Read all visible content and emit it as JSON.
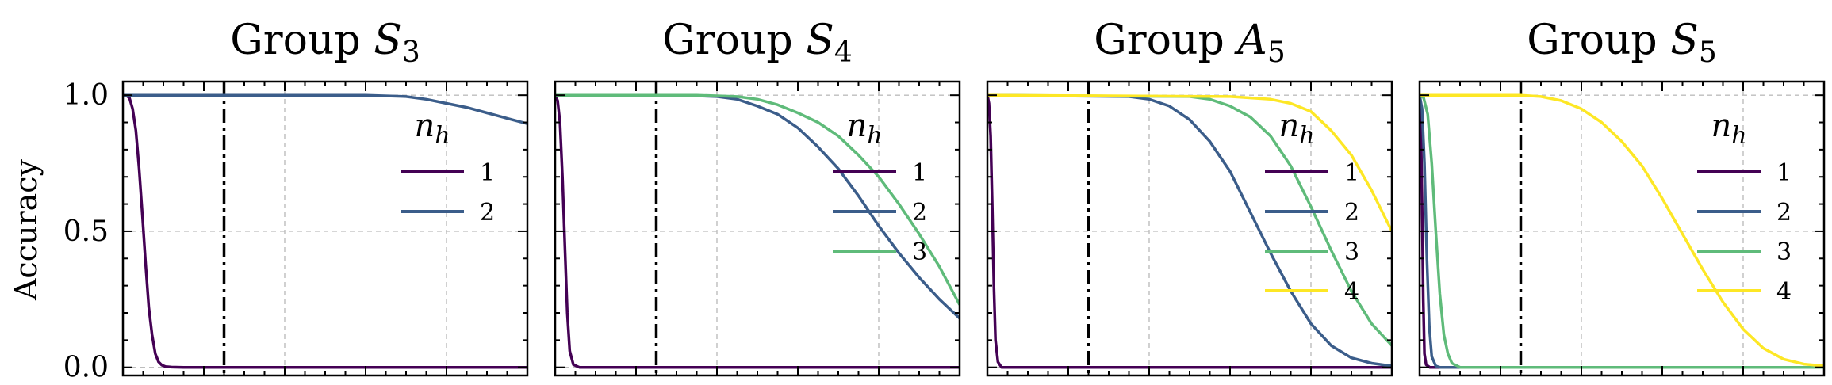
{
  "figure": {
    "ylabel": "Accuracy"
  },
  "chart_data": [
    {
      "type": "line",
      "title_prefix": "Group ",
      "title_symbol": "S",
      "title_sub": "3",
      "ylabel": "Accuracy",
      "ylim": [
        -0.03,
        1.05
      ],
      "xlim": [
        0,
        100
      ],
      "yticks": [
        0.0,
        0.5,
        1.0
      ],
      "ytick_labels": [
        "0.0",
        "0.5",
        "1.0"
      ],
      "grid": true,
      "vline_x": 25,
      "legend": {
        "title": "n",
        "title_sub": "h",
        "placement": "right"
      },
      "series": [
        {
          "name": "1",
          "color": "#440154",
          "x": [
            0,
            0.8,
            1.6,
            2.4,
            3.2,
            4,
            4.8,
            5.6,
            6.4,
            7.2,
            8,
            8.8,
            9.6,
            10.5,
            12,
            15,
            20,
            30,
            50,
            100
          ],
          "y": [
            1.0,
            0.999,
            0.99,
            0.95,
            0.87,
            0.73,
            0.56,
            0.38,
            0.22,
            0.12,
            0.05,
            0.02,
            0.008,
            0.003,
            0.001,
            0,
            0,
            0,
            0,
            0
          ]
        },
        {
          "name": "2",
          "color": "#3b5d8a",
          "x": [
            0,
            20,
            40,
            60,
            70,
            75,
            80,
            85,
            90,
            95,
            100
          ],
          "y": [
            1.0,
            1.0,
            1.0,
            1.0,
            0.995,
            0.985,
            0.97,
            0.955,
            0.935,
            0.915,
            0.895
          ]
        }
      ]
    },
    {
      "type": "line",
      "title_prefix": "Group ",
      "title_symbol": "S",
      "title_sub": "4",
      "ylabel": "",
      "ylim": [
        -0.03,
        1.05
      ],
      "xlim": [
        0,
        100
      ],
      "yticks": [
        0.0,
        0.5,
        1.0
      ],
      "ytick_labels": [
        "",
        "",
        ""
      ],
      "grid": true,
      "vline_x": 25,
      "legend": {
        "title": "n",
        "title_sub": "h",
        "placement": "right"
      },
      "series": [
        {
          "name": "1",
          "color": "#440154",
          "x": [
            0,
            0.6,
            1.2,
            1.8,
            2.4,
            3,
            3.6,
            4.5,
            6,
            10,
            100
          ],
          "y": [
            1.0,
            0.98,
            0.9,
            0.7,
            0.45,
            0.2,
            0.06,
            0.01,
            0,
            0,
            0
          ]
        },
        {
          "name": "2",
          "color": "#3b5d8a",
          "x": [
            0,
            30,
            40,
            45,
            50,
            55,
            60,
            65,
            70,
            75,
            80,
            85,
            90,
            95,
            100
          ],
          "y": [
            1.0,
            1.0,
            0.995,
            0.985,
            0.96,
            0.93,
            0.88,
            0.81,
            0.73,
            0.63,
            0.52,
            0.42,
            0.33,
            0.25,
            0.18
          ]
        },
        {
          "name": "3",
          "color": "#5fbb7a",
          "x": [
            0,
            35,
            45,
            50,
            55,
            60,
            65,
            70,
            75,
            80,
            85,
            90,
            95,
            100
          ],
          "y": [
            1.0,
            1.0,
            0.995,
            0.985,
            0.965,
            0.935,
            0.9,
            0.85,
            0.78,
            0.7,
            0.6,
            0.49,
            0.37,
            0.23
          ]
        }
      ]
    },
    {
      "type": "line",
      "title_prefix": "Group ",
      "title_symbol": "A",
      "title_sub": "5",
      "ylabel": "",
      "ylim": [
        -0.03,
        1.05
      ],
      "xlim": [
        0,
        100
      ],
      "yticks": [
        0.0,
        0.5,
        1.0
      ],
      "ytick_labels": [
        "",
        "",
        ""
      ],
      "grid": true,
      "vline_x": 25,
      "legend": {
        "title": "n",
        "title_sub": "h",
        "placement": "right"
      },
      "series": [
        {
          "name": "1",
          "color": "#440154",
          "x": [
            0,
            0.4,
            0.8,
            1.2,
            1.6,
            2,
            2.6,
            3.5,
            5,
            100
          ],
          "y": [
            1.0,
            0.97,
            0.85,
            0.6,
            0.3,
            0.1,
            0.02,
            0,
            0,
            0
          ]
        },
        {
          "name": "2",
          "color": "#3b5d8a",
          "x": [
            0,
            35,
            40,
            45,
            50,
            55,
            60,
            65,
            70,
            75,
            80,
            85,
            90,
            95,
            100
          ],
          "y": [
            1.0,
            0.995,
            0.985,
            0.96,
            0.91,
            0.83,
            0.72,
            0.57,
            0.42,
            0.28,
            0.16,
            0.08,
            0.035,
            0.015,
            0.005
          ]
        },
        {
          "name": "3",
          "color": "#5fbb7a",
          "x": [
            0,
            50,
            55,
            60,
            65,
            70,
            75,
            80,
            85,
            90,
            95,
            100
          ],
          "y": [
            1.0,
            0.995,
            0.985,
            0.96,
            0.92,
            0.85,
            0.74,
            0.59,
            0.43,
            0.28,
            0.16,
            0.08
          ]
        },
        {
          "name": "4",
          "color": "#fde725",
          "x": [
            0,
            60,
            70,
            75,
            80,
            85,
            90,
            95,
            100
          ],
          "y": [
            1.0,
            0.995,
            0.985,
            0.97,
            0.94,
            0.87,
            0.78,
            0.65,
            0.5
          ]
        }
      ]
    },
    {
      "type": "line",
      "title_prefix": "Group ",
      "title_symbol": "S",
      "title_sub": "5",
      "ylabel": "",
      "ylim": [
        -0.03,
        1.05
      ],
      "xlim": [
        0,
        100
      ],
      "yticks": [
        0.0,
        0.5,
        1.0
      ],
      "ytick_labels": [
        "",
        "",
        ""
      ],
      "grid": true,
      "vline_x": 25,
      "legend": {
        "title": "n",
        "title_sub": "h",
        "placement": "right"
      },
      "series": [
        {
          "name": "1",
          "color": "#440154",
          "x": [
            0,
            0.3,
            0.6,
            0.9,
            1.2,
            1.6,
            2.5,
            100
          ],
          "y": [
            1.0,
            0.9,
            0.6,
            0.25,
            0.05,
            0.01,
            0,
            0
          ]
        },
        {
          "name": "2",
          "color": "#3b5d8a",
          "x": [
            0,
            0.6,
            1.2,
            1.8,
            2.4,
            3,
            4,
            5,
            100
          ],
          "y": [
            1.0,
            0.95,
            0.75,
            0.4,
            0.15,
            0.04,
            0.005,
            0,
            0
          ]
        },
        {
          "name": "3",
          "color": "#5fbb7a",
          "x": [
            0,
            1,
            2,
            3,
            4,
            5,
            6,
            7,
            8,
            10,
            100
          ],
          "y": [
            1.0,
            0.99,
            0.93,
            0.75,
            0.5,
            0.27,
            0.12,
            0.05,
            0.015,
            0,
            0
          ]
        },
        {
          "name": "4",
          "color": "#fde725",
          "x": [
            0,
            25,
            30,
            35,
            40,
            45,
            50,
            55,
            60,
            65,
            70,
            75,
            80,
            85,
            90,
            95,
            100
          ],
          "y": [
            1.0,
            1.0,
            0.995,
            0.98,
            0.95,
            0.9,
            0.83,
            0.74,
            0.62,
            0.49,
            0.36,
            0.24,
            0.14,
            0.07,
            0.03,
            0.012,
            0.005
          ]
        }
      ]
    }
  ]
}
